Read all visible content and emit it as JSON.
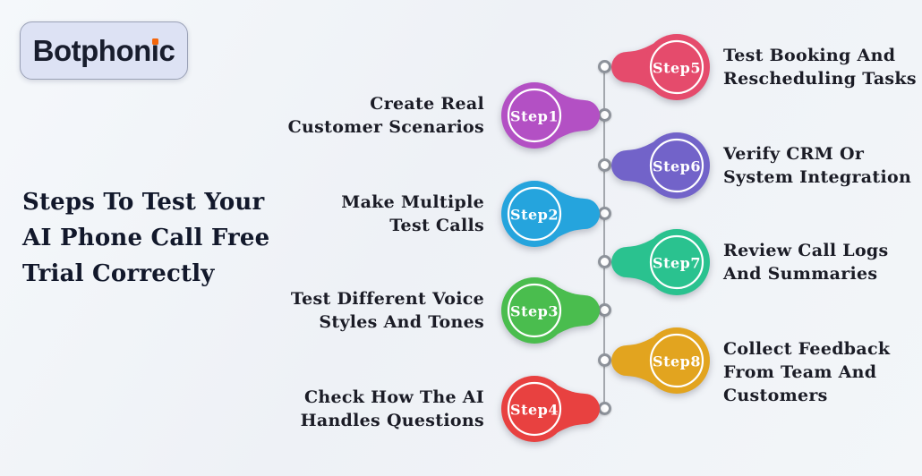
{
  "page": {
    "background": "#f0f3f7"
  },
  "logo": {
    "text": "Botphonic",
    "text_before_i": "Botphon",
    "i_char": "ı",
    "text_after_i": "c",
    "accent_color": "#f4660b",
    "box_fill": "#dde2f4",
    "text_color": "#181d2d"
  },
  "title": {
    "lines": [
      "Steps To Test Your",
      "AI Phone Call Free",
      "Trial Correctly"
    ],
    "color": "#12182b"
  },
  "timeline": {
    "line_color": "#a3a7ad",
    "dot_border_color": "#8e939b",
    "dot_fill": "#ffffff"
  },
  "steps": [
    {
      "label": "Step1",
      "side": "left",
      "color": "#b350c4",
      "lines": [
        "Create Real",
        "Customer Scenarios"
      ]
    },
    {
      "label": "Step2",
      "side": "left",
      "color": "#25a4dd",
      "lines": [
        "Make Multiple",
        "Test Calls"
      ]
    },
    {
      "label": "Step3",
      "side": "left",
      "color": "#4abd4e",
      "lines": [
        "Test Different Voice",
        "Styles And Tones"
      ]
    },
    {
      "label": "Step4",
      "side": "left",
      "color": "#e84140",
      "lines": [
        "Check How The AI",
        "Handles Questions"
      ]
    },
    {
      "label": "Step5",
      "side": "right",
      "color": "#e54b6c",
      "lines": [
        "Test Booking And",
        "Rescheduling Tasks"
      ]
    },
    {
      "label": "Step6",
      "side": "right",
      "color": "#7263c9",
      "lines": [
        "Verify CRM Or",
        "System Integration"
      ]
    },
    {
      "label": "Step7",
      "side": "right",
      "color": "#2ac28f",
      "lines": [
        "Review Call Logs",
        "And Summaries"
      ]
    },
    {
      "label": "Step8",
      "side": "right",
      "color": "#e2a41f",
      "lines": [
        "Collect Feedback",
        "From Team And",
        "Customers"
      ]
    }
  ]
}
